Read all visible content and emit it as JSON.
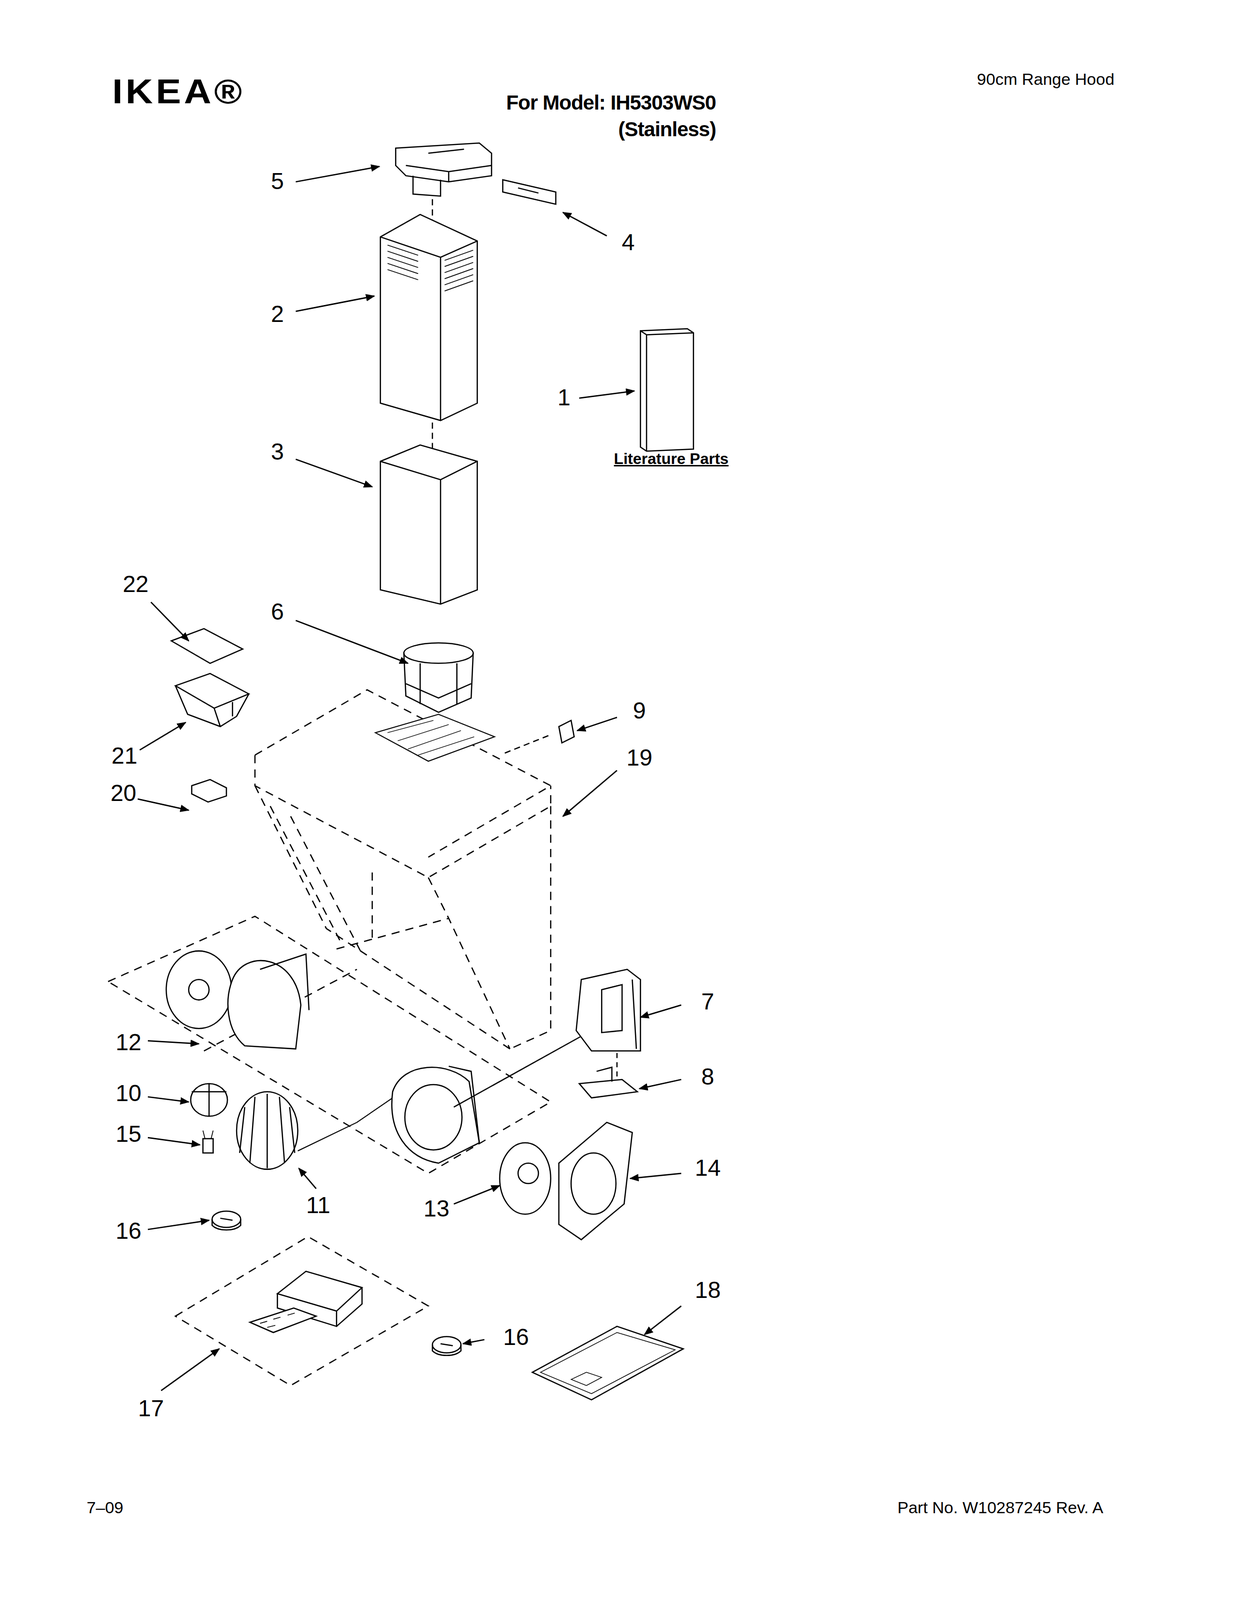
{
  "diagram": {
    "title": "For Model: IH5303WS0 (Stainless)",
    "labels": [
      "IKEA®",
      "90cm Range Hood",
      "Literature Parts",
      "7–09",
      "Part No. W10287245 Rev. A",
      "5",
      "4",
      "2",
      "1",
      "3",
      "22",
      "6",
      "9",
      "21",
      "19",
      "20",
      "7",
      "12",
      "8",
      "10",
      "15",
      "14",
      "11",
      "13",
      "16",
      "18",
      "16",
      "17"
    ]
  }
}
